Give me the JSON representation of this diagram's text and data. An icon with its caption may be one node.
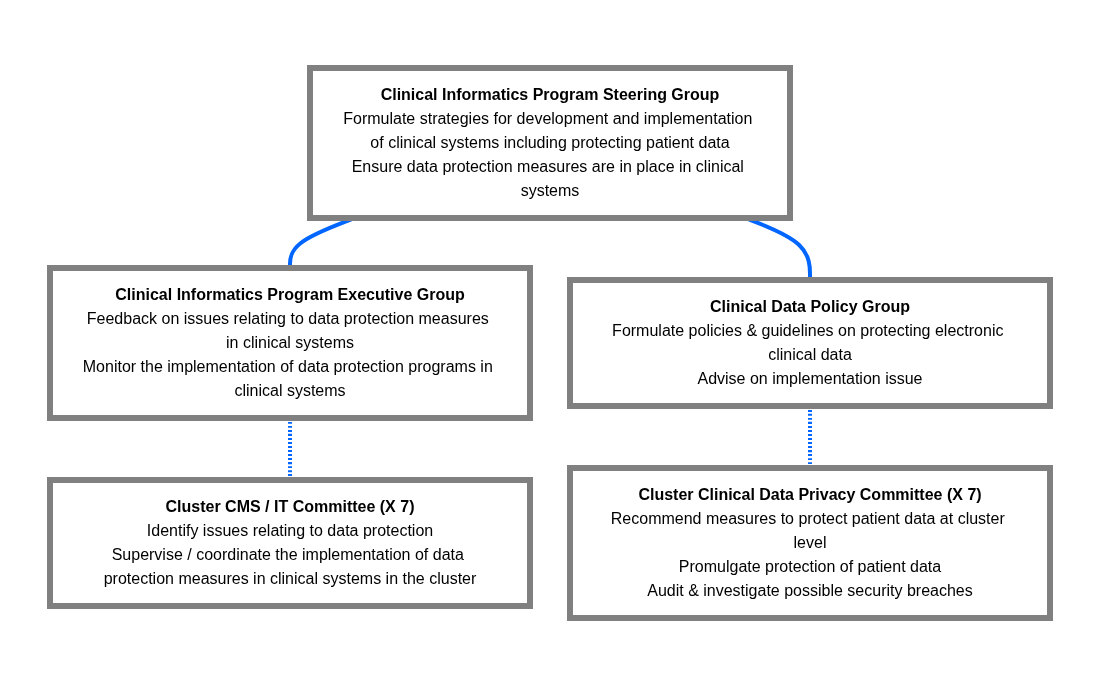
{
  "diagram": {
    "nodes": [
      {
        "text": [
          "Clinical Informatics Program Steering Group",
          "Formulate strategies for development and implementation of clinical systems including protecting patient data",
          "Ensure data protection measures are in place in clinical systems"
        ]
      },
      {
        "text": [
          "Clinical Informatics Program Executive Group",
          "Feedback on issues relating to data protection measures in clinical systems",
          "Monitor the implementation of data protection programs in clinical systems"
        ]
      },
      {
        "text": [
          "Clinical Data Policy Group",
          "Formulate policies & guidelines on protecting electronic clinical data",
          "Advise on implementation issue"
        ]
      },
      {
        "text": [
          "Cluster CMS / IT Committee (X 7)",
          "Identify issues relating to data protection",
          "Supervise / coordinate the implementation of data protection measures in clinical systems in the cluster"
        ]
      },
      {
        "text": [
          "Cluster Clinical Data Privacy Committee (X 7)",
          "Recommend measures to protect patient data at cluster level",
          "Promulgate protection of patient data",
          "Audit & investigate possible security breaches"
        ]
      }
    ],
    "edges": [
      {
        "from": 0,
        "to": 1,
        "arrow": "none"
      },
      {
        "from": 0,
        "to": 2,
        "arrow": "none"
      },
      {
        "from": 1,
        "to": 3,
        "arrow": "none",
        "style": "dashed"
      },
      {
        "from": 2,
        "to": 4,
        "arrow": "none",
        "style": "dashed"
      }
    ]
  }
}
